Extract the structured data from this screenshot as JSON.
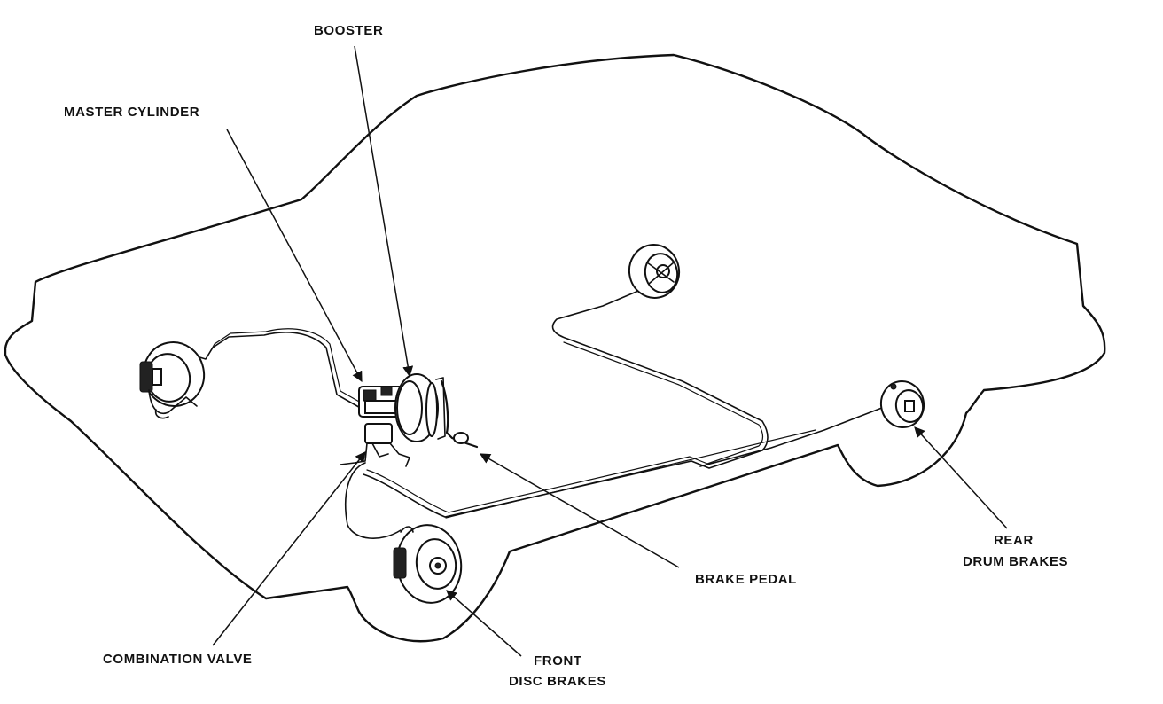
{
  "labels": {
    "booster": "BOOSTER",
    "master_cylinder": "MASTER CYLINDER",
    "combination_valve": "COMBINATION VALVE",
    "brake_pedal": "BRAKE PEDAL",
    "rear_drum_brakes_line1": "REAR",
    "rear_drum_brakes_line2": "DRUM BRAKES",
    "front_disc_brakes_line1": "FRONT",
    "front_disc_brakes_line2": "DISC BRAKES"
  }
}
